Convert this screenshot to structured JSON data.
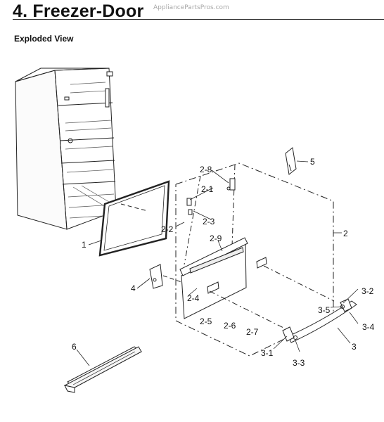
{
  "header": {
    "title": "4. Freezer-Door",
    "watermark": "AppliancePartsPros.com"
  },
  "section": {
    "label": "Exploded View"
  },
  "callouts": [
    {
      "id": "1",
      "label": "1"
    },
    {
      "id": "2",
      "label": "2"
    },
    {
      "id": "2-1",
      "label": "2-1"
    },
    {
      "id": "2-2",
      "label": "2-2"
    },
    {
      "id": "2-3",
      "label": "2-3"
    },
    {
      "id": "2-4",
      "label": "2-4"
    },
    {
      "id": "2-5",
      "label": "2-5"
    },
    {
      "id": "2-6",
      "label": "2-6"
    },
    {
      "id": "2-7",
      "label": "2-7"
    },
    {
      "id": "2-8",
      "label": "2-8"
    },
    {
      "id": "2-9",
      "label": "2-9"
    },
    {
      "id": "3",
      "label": "3"
    },
    {
      "id": "3-1",
      "label": "3-1"
    },
    {
      "id": "3-2",
      "label": "3-2"
    },
    {
      "id": "3-3",
      "label": "3-3"
    },
    {
      "id": "3-4",
      "label": "3-4"
    },
    {
      "id": "3-5",
      "label": "3-5"
    },
    {
      "id": "4",
      "label": "4"
    },
    {
      "id": "5",
      "label": "5"
    },
    {
      "id": "6",
      "label": "6"
    }
  ]
}
